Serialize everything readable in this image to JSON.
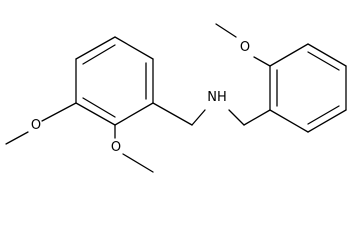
{
  "structure": {
    "atom_labels": {
      "amine_nh": "NH",
      "methoxy_top_o": "O",
      "methoxy_left_o": "O",
      "methoxy_bottom_o": "O"
    }
  },
  "colors": {
    "bond": "#000000",
    "background": "#ffffff"
  }
}
